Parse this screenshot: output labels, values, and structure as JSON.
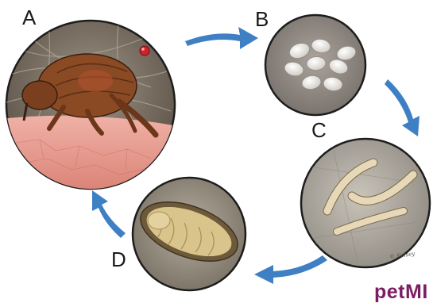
{
  "stages": {
    "a": {
      "label": "A",
      "name": "adult flea"
    },
    "b": {
      "label": "B",
      "name": "eggs"
    },
    "c": {
      "label": "C",
      "name": "larvae"
    },
    "d": {
      "label": "D",
      "name": "pupa"
    }
  },
  "signature": "© Kelsey",
  "brand": {
    "text": "petMI",
    "color": "#7a1d63"
  },
  "colors": {
    "arrow": "#3f7fc4",
    "skin": "#e99a8e",
    "flea": "#8a4a24",
    "egg": "#f2f0ec",
    "larva": "#e6d8b8",
    "pupa_cocoon": "#d9c48c"
  }
}
